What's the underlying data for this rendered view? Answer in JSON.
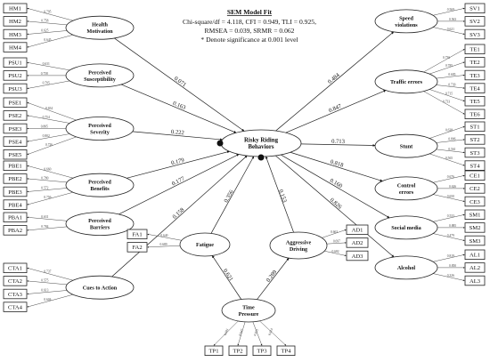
{
  "fit": {
    "title": "SEM Model Fit",
    "lines": [
      "Chi-square/df = 4.118, CFI = 0.949, TLI = 0.925,",
      "RMSEA = 0.039, SRMR = 0.062",
      "* Denote significance at 0.001 level"
    ]
  },
  "center": {
    "lines": [
      "Risky Riding",
      "Behaviors"
    ]
  },
  "left_constructs": [
    {
      "lines": [
        "Health",
        "Motivation"
      ],
      "coef": "0.071",
      "indicators": [
        "HM1",
        "HM2",
        "HM3",
        "HM4"
      ],
      "loadings": [
        "0.795",
        "0.758",
        "0.625",
        "0.645"
      ]
    },
    {
      "lines": [
        "Perceived",
        "Susceptibility"
      ],
      "coef": "0.163",
      "indicators": [
        "PSU1",
        "PSU2",
        "PSU3"
      ],
      "loadings": [
        "0.631",
        "0.758",
        "0.795"
      ]
    },
    {
      "lines": [
        "Perceived",
        "Severity"
      ],
      "coef": "0.222",
      "indicators": [
        "PSE1",
        "PSE2",
        "PSE3",
        "PSE4",
        "PSE5"
      ],
      "loadings": [
        "0.654",
        "0.754",
        "0.805",
        "0.802",
        "0.726"
      ]
    },
    {
      "lines": [
        "Perceived",
        "Benefits"
      ],
      "coef": "0.179",
      "indicators": [
        "PBE1",
        "PBE2",
        "PBE3",
        "PBE4"
      ],
      "loadings": [
        "0.660",
        "0.780",
        "0.572",
        "0.756"
      ]
    },
    {
      "lines": [
        "Perceived",
        "Barriers"
      ],
      "coef": "0.177",
      "indicators": [
        "PBA1",
        "PBA2"
      ],
      "loadings": [
        "0.631",
        "0.784"
      ]
    },
    {
      "lines": [
        "Cues to Action"
      ],
      "coef": "0.158",
      "indicators": [
        "CTA1",
        "CTA2",
        "CTA3",
        "CTA4"
      ],
      "loadings": [
        "0.737",
        "0.575",
        "0.613",
        "0.604"
      ]
    }
  ],
  "right_constructs": [
    {
      "lines": [
        "Speed",
        "violations"
      ],
      "coef": "0.484",
      "indicators": [
        "SV1",
        "SV2",
        "SV3"
      ],
      "loadings": [
        "0.569",
        "0.563",
        "0.621"
      ]
    },
    {
      "lines": [
        "Traffic errors"
      ],
      "coef": "0.847",
      "indicators": [
        "TE1",
        "TE2",
        "TE3",
        "TE4",
        "TE5",
        "TE6"
      ],
      "loadings": [
        "0.736",
        "0.785",
        "0.695",
        "0.739",
        "0.715",
        "0.733"
      ]
    },
    {
      "lines": [
        "Stunt"
      ],
      "coef": "0.713",
      "indicators": [
        "ST1",
        "ST2",
        "ST3",
        "ST4"
      ],
      "loadings": [
        "0.638",
        "0.806",
        "0.561",
        "0.565"
      ]
    },
    {
      "lines": [
        "Control",
        "errors"
      ],
      "coef": "0.818",
      "indicators": [
        "CE1",
        "CE2",
        "CE3"
      ],
      "loadings": [
        "0.676",
        "0.626",
        "0.650"
      ]
    },
    {
      "lines": [
        "Social media"
      ],
      "coef": "0.160",
      "indicators": [
        "SM1",
        "SM2",
        "SM3"
      ],
      "loadings": [
        "0.533",
        "0.885",
        "0.479"
      ]
    },
    {
      "lines": [
        "Alcohol"
      ],
      "coef": "0.826",
      "indicators": [
        "AL1",
        "AL2",
        "AL3"
      ],
      "loadings": [
        "0.819",
        "0.850",
        "0.326"
      ]
    }
  ],
  "fatigue": {
    "lines": [
      "Fatigue"
    ],
    "coef": "0.356",
    "indicators": [
      "FA1",
      "FA2"
    ],
    "loadings": [
      "0.640",
      "0.689"
    ]
  },
  "aggressive": {
    "lines": [
      "Aggressive",
      "Driving"
    ],
    "coef": "0.153",
    "indicators": [
      "AD1",
      "AD2",
      "AD3"
    ],
    "loadings": [
      "0.663",
      "0.697",
      "0.682"
    ]
  },
  "time_pressure": {
    "lines": [
      "Time",
      "Pressure"
    ],
    "indicators": [
      "TP1",
      "TP2",
      "TP3",
      "TP4"
    ],
    "loadings": [
      "0.601",
      "0.647",
      "0.822",
      "0.624"
    ]
  },
  "tp_to_fatigue": "0.621",
  "tp_to_aggressive": "0.289"
}
